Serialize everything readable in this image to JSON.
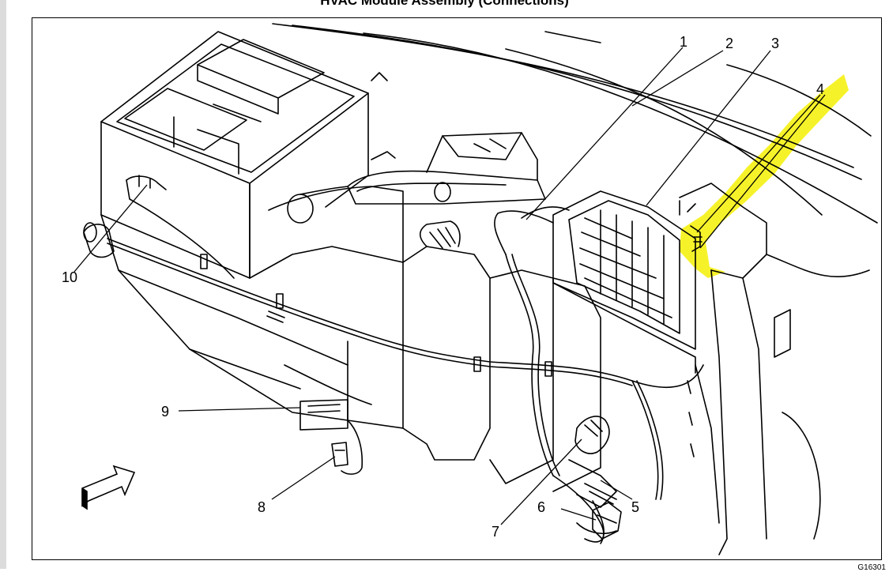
{
  "title": "HVAC Module Assembly (Connections)",
  "figure_code": "G16301",
  "callouts": [
    {
      "id": "1",
      "label": "1"
    },
    {
      "id": "2",
      "label": "2"
    },
    {
      "id": "3",
      "label": "3"
    },
    {
      "id": "4",
      "label": "4"
    },
    {
      "id": "5",
      "label": "5"
    },
    {
      "id": "6",
      "label": "6"
    },
    {
      "id": "7",
      "label": "7"
    },
    {
      "id": "8",
      "label": "8"
    },
    {
      "id": "9",
      "label": "9"
    },
    {
      "id": "10",
      "label": "10"
    }
  ],
  "colors": {
    "highlight": "#f6f22a",
    "line": "#000000",
    "background": "#ffffff"
  },
  "icons": {
    "direction_arrow": "forward-arrow-icon"
  }
}
